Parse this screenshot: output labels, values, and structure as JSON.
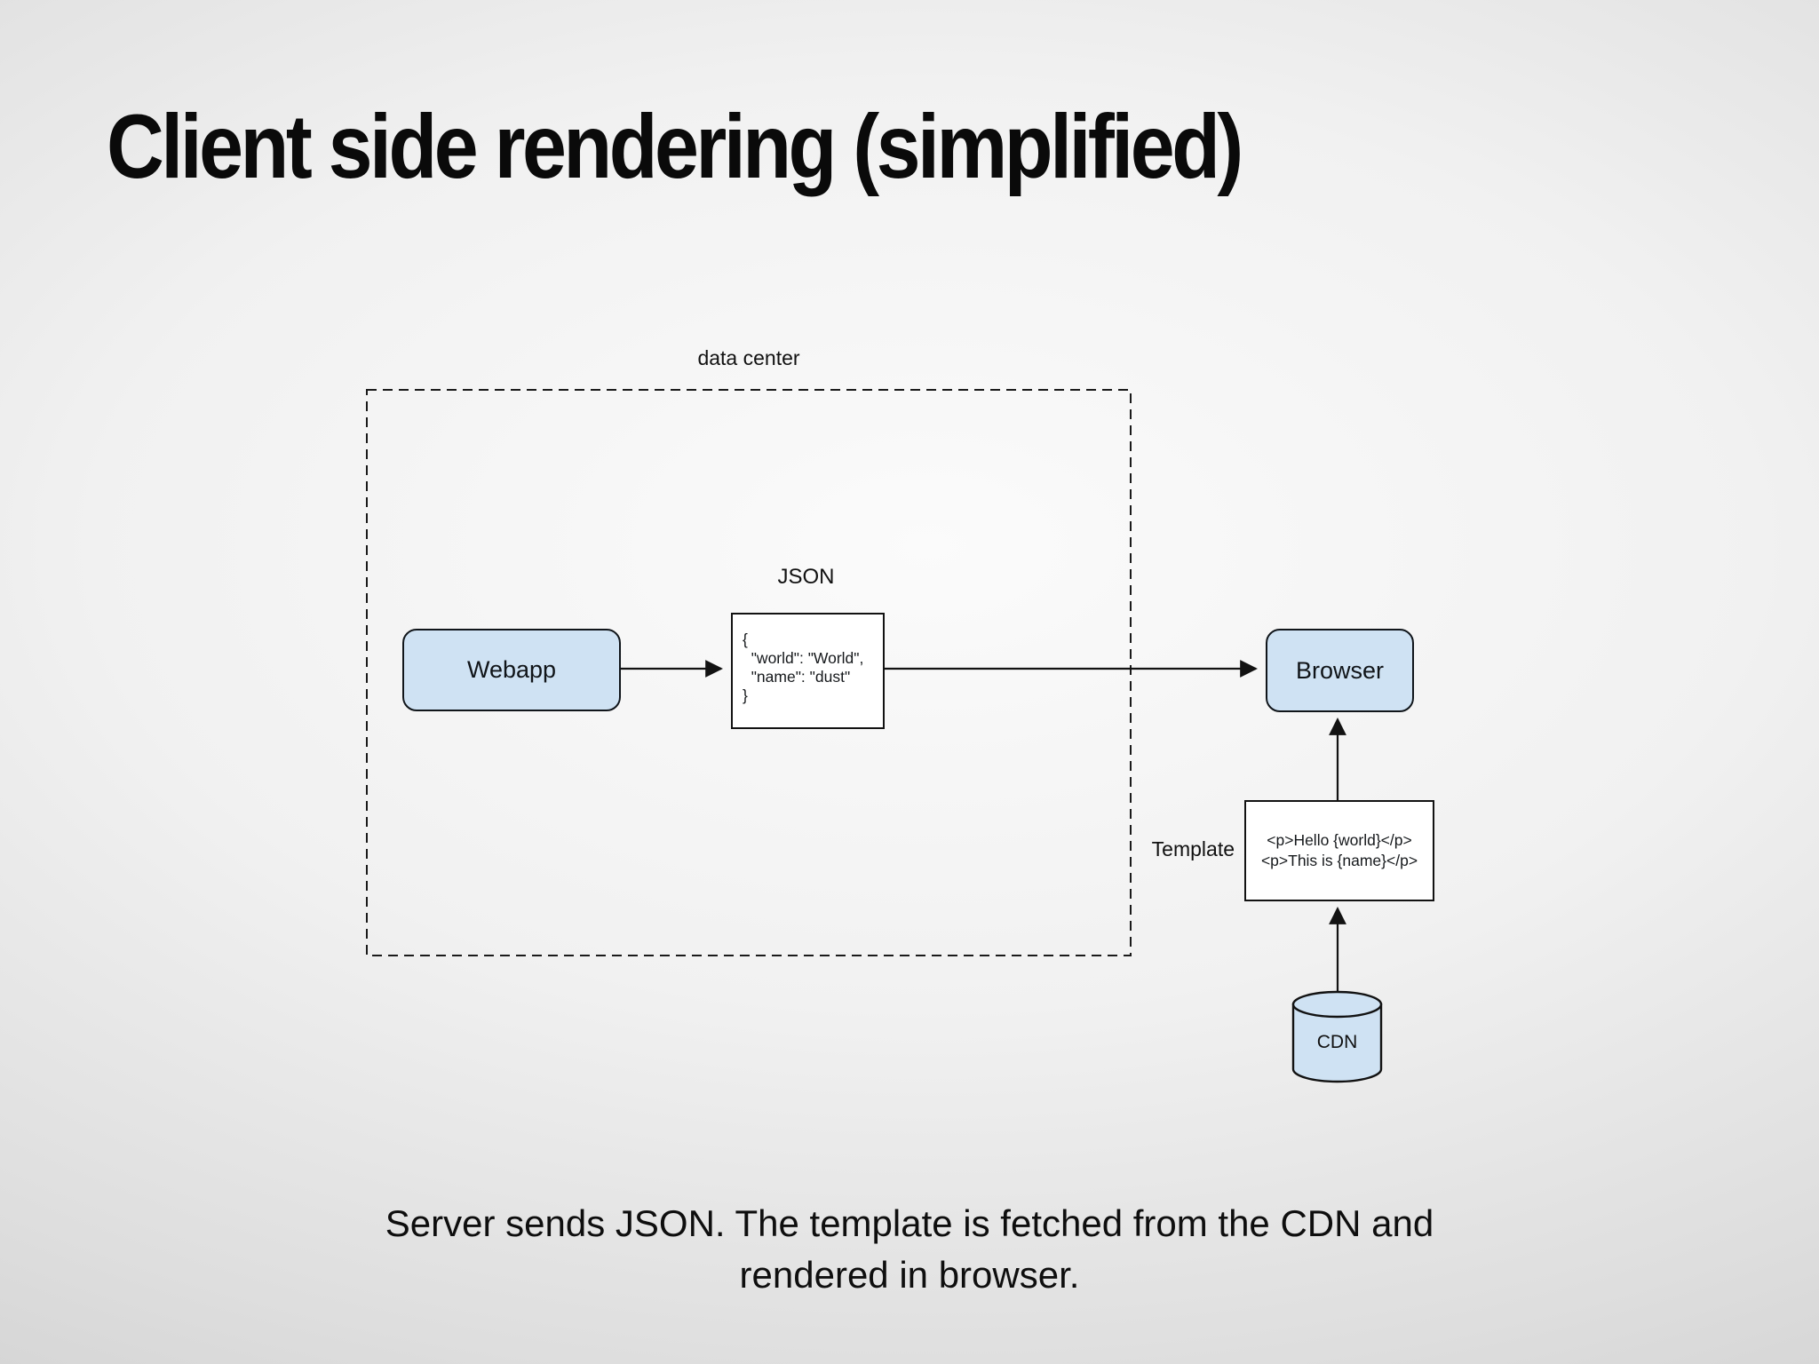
{
  "slide": {
    "title": "Client side rendering (simplified)",
    "caption_lines": [
      "Server sends JSON. The template is fetched from the CDN and",
      "rendered in browser."
    ]
  },
  "diagram": {
    "data_center_label": "data center",
    "nodes": {
      "webapp": {
        "label": "Webapp"
      },
      "browser": {
        "label": "Browser"
      },
      "cdn": {
        "label": "CDN"
      }
    },
    "json": {
      "label": "JSON",
      "lines": [
        "{",
        "  \"world\": \"World\",",
        "  \"name\": \"dust\"",
        "}"
      ]
    },
    "template": {
      "label": "Template",
      "lines": [
        "<p>Hello {world}</p>",
        "<p>This is {name}</p>"
      ]
    },
    "colors": {
      "node_fill": "#cfe2f3",
      "node_stroke": "#10151a",
      "connector": "#121212",
      "box_fill": "#ffffff"
    }
  }
}
